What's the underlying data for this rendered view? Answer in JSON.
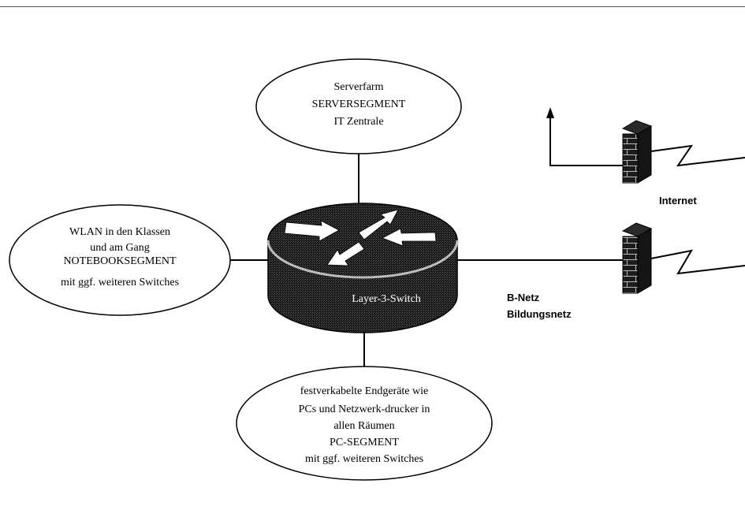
{
  "server_segment": {
    "lines": [
      "Serverfarm",
      "SERVERSEGMENT",
      "IT Zentrale"
    ]
  },
  "notebook_segment": {
    "lines": [
      "WLAN in den Klassen",
      "und am Gang",
      "NOTEBOOKSEGMENT",
      "mit ggf. weiteren Switches"
    ]
  },
  "pc_segment": {
    "lines": [
      "festverkabelte Endgeräte wie",
      "PCs und Netzwerk-drucker in",
      "allen Räumen",
      "PC-SEGMENT",
      "mit ggf. weiteren Switches"
    ]
  },
  "switch": {
    "label": "Layer-3-Switch"
  },
  "internet": {
    "label": "Internet"
  },
  "bnetz": {
    "line1": "B-Netz",
    "line2": "Bildungsnetz"
  }
}
